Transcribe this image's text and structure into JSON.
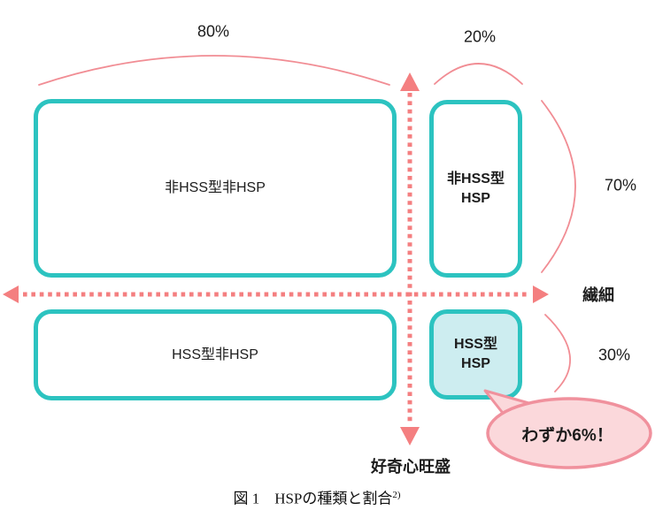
{
  "quadrants": {
    "top_left": {
      "lines": [
        "非HSS型非HSP"
      ]
    },
    "top_right": {
      "lines": [
        "非HSS型",
        "HSP"
      ]
    },
    "bottom_left": {
      "lines": [
        "HSS型非HSP"
      ]
    },
    "bottom_right": {
      "lines": [
        "HSS型",
        "HSP"
      ]
    }
  },
  "percentages": {
    "non_hss_share": "80%",
    "hss_share": "20%",
    "non_hss_hsp_share": "70%",
    "hss_hsp_share": "30%"
  },
  "axes": {
    "horizontal_label": "繊細",
    "vertical_label": "好奇心旺盛"
  },
  "callout": {
    "text": "わずか6%！"
  },
  "caption": {
    "figure_label": "図 1",
    "text": "HSPの種類と割合",
    "superscript": "2)"
  },
  "colors": {
    "box_border_teal": "#2cc3c0",
    "highlight_fill_cyan": "#cdedf0",
    "arrow_salmon": "#f47f80",
    "brace_pink": "#f18d94",
    "callout_fill": "#fbd8db",
    "callout_border": "#f0919d",
    "text_black": "#1c1c1c"
  }
}
